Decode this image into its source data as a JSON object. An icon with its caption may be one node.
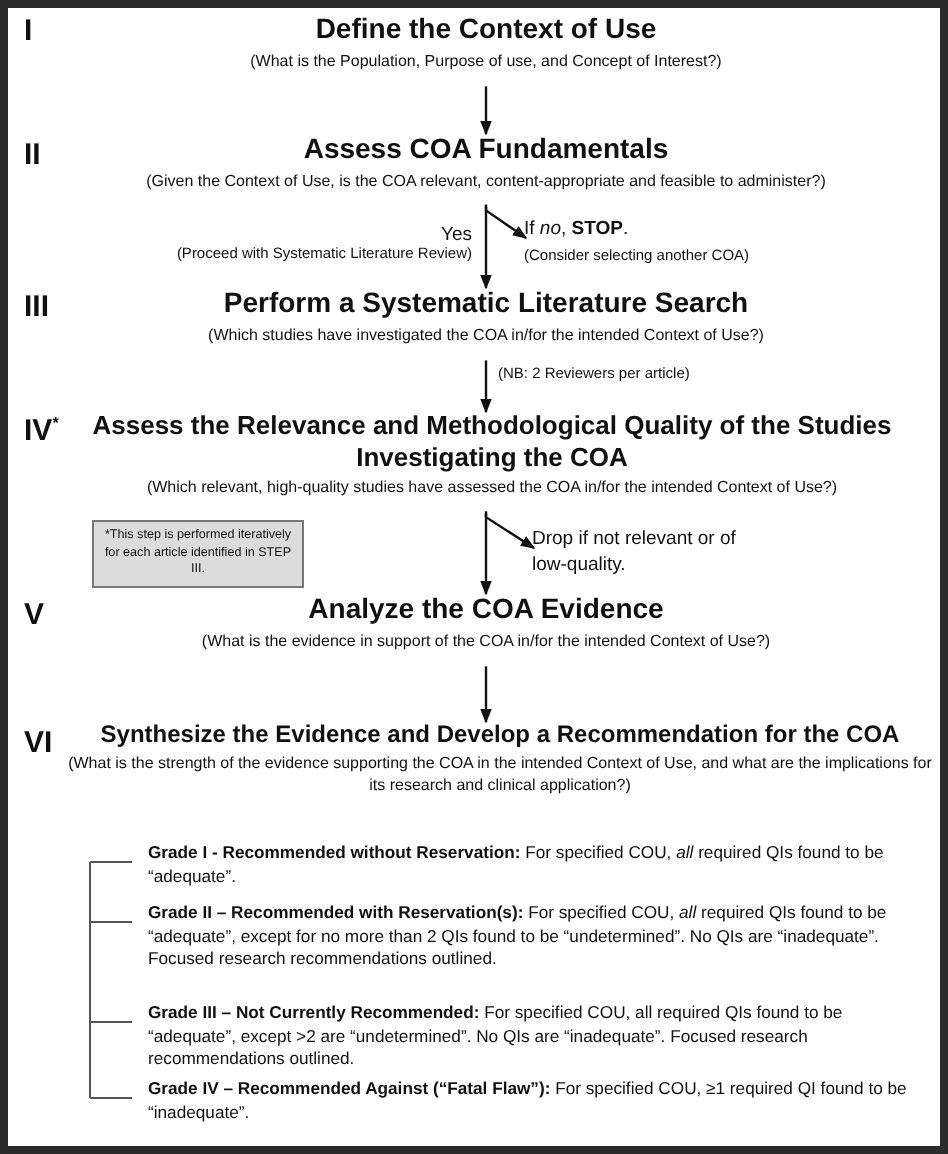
{
  "diagram": {
    "nodes": [
      {
        "text": [
          "Define the Context of Use",
          "(What is the Population, Purpose of use, and Concept of Interest?)"
        ]
      },
      {
        "text": [
          "Assess COA Fundamentals",
          "(Given the Context of Use, is the COA relevant, content-appropriate and feasible to administer?)"
        ]
      },
      {
        "text": [
          "If *no*, **STOP**.",
          "(Consider selecting another COA)"
        ]
      },
      {
        "text": [
          "Perform a Systematic Literature Search",
          "(Which studies have investigated the COA in/for the intended Context of Use?)"
        ]
      },
      {
        "text": [
          "Assess the Relevance and Methodological Quality of the Studies Investigating the COA",
          "(Which relevant, high-quality studies have assessed the COA in/for the intended Context of Use?)"
        ]
      },
      {
        "text": [
          "*This step is performed iteratively for each article identified in STEP III."
        ]
      },
      {
        "text": [
          "Drop if not relevant or of low-quality."
        ]
      },
      {
        "text": [
          "Analyze the COA Evidence",
          "(What is the evidence in support of the COA in/for the intended Context of Use?)"
        ]
      },
      {
        "text": [
          "Synthesize the Evidence and Develop a Recommendation for the COA",
          "(What is the strength of the evidence supporting the COA in the intended Context of Use, and what are the implications for its research and clinical application?)"
        ]
      }
    ],
    "edges": [
      {
        "from": 0,
        "to": 1,
        "arrow": "to"
      },
      {
        "from": 1,
        "to": 3,
        "arrow": "to",
        "label": "Yes"
      },
      {
        "from": 1,
        "to": 2,
        "arrow": "to"
      },
      {
        "from": 3,
        "to": 4,
        "arrow": "to",
        "label": "(NB: 2 Reviewers per article)"
      },
      {
        "from": 4,
        "to": 7,
        "arrow": "to"
      },
      {
        "from": 4,
        "to": 6,
        "arrow": "to"
      },
      {
        "from": 7,
        "to": 8,
        "arrow": "to"
      }
    ],
    "labels": [
      "I",
      "II",
      "(Proceed with Systematic Literature Review)",
      "III",
      "IV$^{*}$",
      "V",
      "VI",
      "**Grade I  -  Recommended without Reservation:** For specified COU, *all* required QIs found to be “adequate”.",
      "**Grade II – Recommended with Reservation(s):** For specified COU, *all* required QIs found to be “adequate”, except for no more than 2 QIs found to be “undetermined”. No QIs are “inadequate”. Focused research recommendations outlined.",
      "**Grade III – Not Currently Recommended:** For specified COU, all required QIs found to be “adequate”, except >2 are “undetermined”. No QIs are “inadequate”. Focused research recommendations outlined.",
      "**Grade IV – Recommended Against (“Fatal Flaw”):** For specified COU, ≥1 required QI found to be “inadequate”."
    ]
  }
}
